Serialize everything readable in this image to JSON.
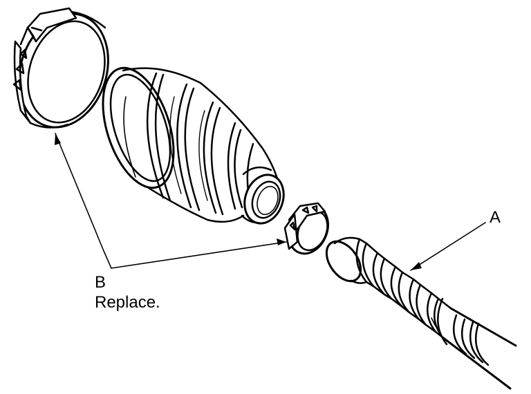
{
  "labels": {
    "a": "A",
    "b": "B",
    "b_note": "Replace."
  },
  "parts": [
    {
      "callout": "A",
      "name": "axle-shaft"
    },
    {
      "callout": "B",
      "name": "boot-band-large"
    },
    {
      "callout": "B",
      "name": "boot-band-small"
    },
    {
      "name": "cv-boot"
    }
  ],
  "colors": {
    "ink": "#000000",
    "paper": "#ffffff"
  }
}
